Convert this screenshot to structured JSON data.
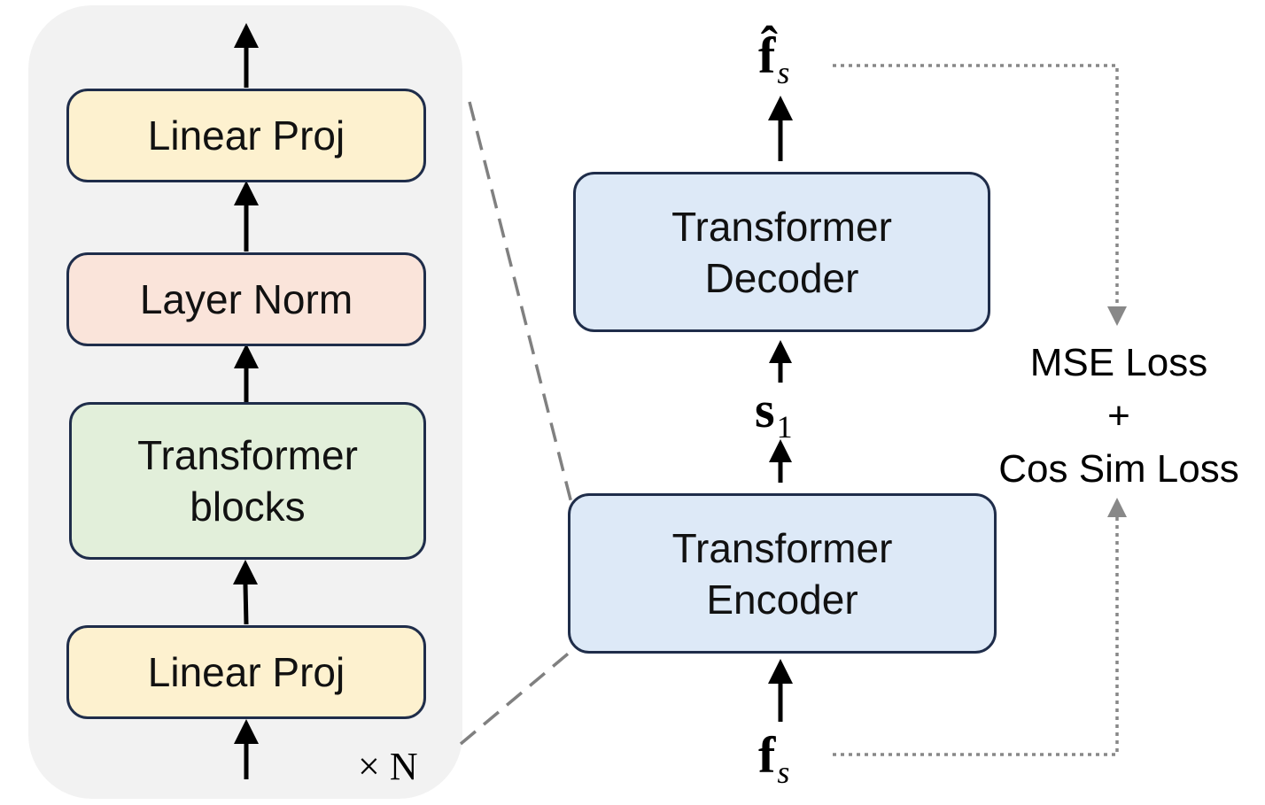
{
  "left_block": {
    "linear_proj_top": "Linear Proj",
    "layer_norm": "Layer Norm",
    "transformer_blocks": [
      "Transformer",
      "blocks"
    ],
    "linear_proj_bottom": "Linear Proj",
    "repeat_label": "× N"
  },
  "right_block": {
    "decoder": [
      "Transformer",
      "Decoder"
    ],
    "encoder": [
      "Transformer",
      "Encoder"
    ],
    "output_symbol": "f̂",
    "output_subscript": "s",
    "latent_symbol": "s",
    "latent_subscript": "1",
    "input_symbol": "f",
    "input_subscript": "s"
  },
  "loss": {
    "line1": "MSE Loss",
    "line2": "+",
    "line3": "Cos Sim Loss"
  },
  "colors": {
    "box_border": "#1f2d4a",
    "yellow": "#fdf1cf",
    "pink": "#fae4da",
    "green": "#e2efda",
    "blue": "#dde9f7",
    "panel": "#f2f2f2",
    "dashed": "#808080"
  }
}
